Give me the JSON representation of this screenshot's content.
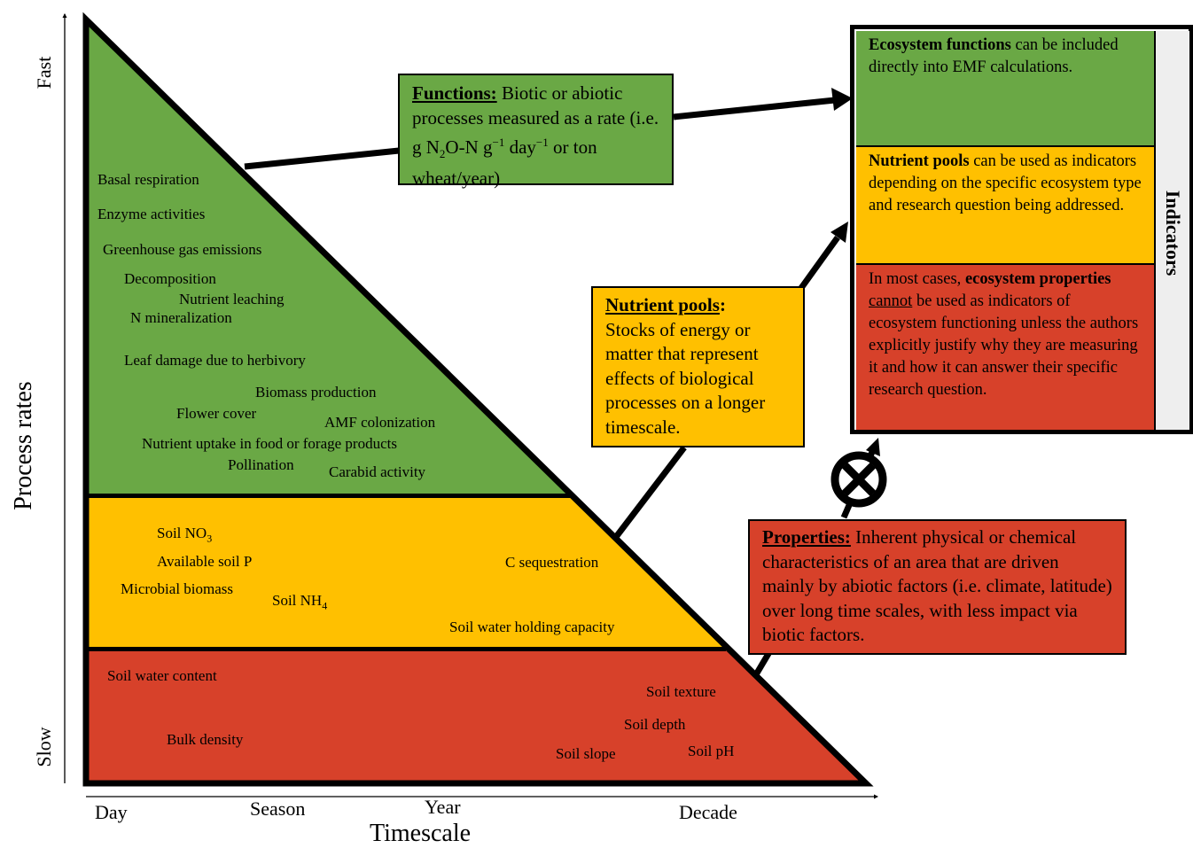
{
  "y_axis": {
    "label": "Process rates",
    "top": "Fast",
    "bottom": "Slow"
  },
  "x_axis": {
    "label": "Timescale",
    "ticks": [
      "Day",
      "Season",
      "Year",
      "Decade"
    ]
  },
  "colors": {
    "green": "#6aa845",
    "yellow": "#ffc000",
    "red": "#d7412a",
    "panel_bar": "#eeeeee"
  },
  "function_items": [
    "Basal respiration",
    "Enzyme activities",
    "Greenhouse gas emissions",
    "Decomposition",
    "Nutrient leaching",
    "N mineralization",
    "Leaf damage due to herbivory",
    "Biomass production",
    "Flower cover",
    "AMF colonization",
    "Nutrient uptake in food or forage products",
    "Pollination",
    "Carabid activity"
  ],
  "nutrient_items": {
    "soil_no3": {
      "base": "Soil NO",
      "sub": "3"
    },
    "available_p": "Available soil P",
    "microbial_biomass": "Microbial biomass",
    "soil_nh4": {
      "base": "Soil NH",
      "sub": "4"
    },
    "c_sequestration": "C sequestration",
    "water_holding": "Soil water holding capacity"
  },
  "property_items": [
    "Soil water content",
    "Bulk density",
    "Soil texture",
    "Soil depth",
    "Soil slope",
    "Soil pH"
  ],
  "functions_box": {
    "title": "Functions:",
    "text_1": " Biotic or abiotic processes measured as a rate (i.e. g N",
    "sub_1": "2",
    "text_2": "O-N g",
    "sup_1": "−1",
    "text_3": " day",
    "sup_2": "−1",
    "text_4": " or ton wheat/year)"
  },
  "nutrient_box": {
    "title": "Nutrient pools",
    "colon": ":",
    "text": "Stocks of energy or matter that represent effects of biological processes on a longer timescale."
  },
  "properties_box": {
    "title": "Properties:",
    "text": " Inherent physical or chemical characteristics of an area that are driven mainly by abiotic factors (i.e. climate, latitude) over long time scales, with less impact via biotic factors."
  },
  "indicators_panel": {
    "side_label": "Indicators",
    "functions": {
      "bold": "Ecosystem functions",
      "rest": " can be included directly into EMF calculations."
    },
    "nutrient": {
      "bold": "Nutrient pools",
      "rest": " can be used as indicators depending on the specific ecosystem type and research question being addressed."
    },
    "properties": {
      "pre": "In most cases, ",
      "bold": "ecosystem properties",
      "space": " ",
      "underlined": "cannot",
      "rest": " be used as indicators of ecosystem functioning unless the authors explicitly justify why they are measuring it and how it can answer their specific research question."
    }
  }
}
